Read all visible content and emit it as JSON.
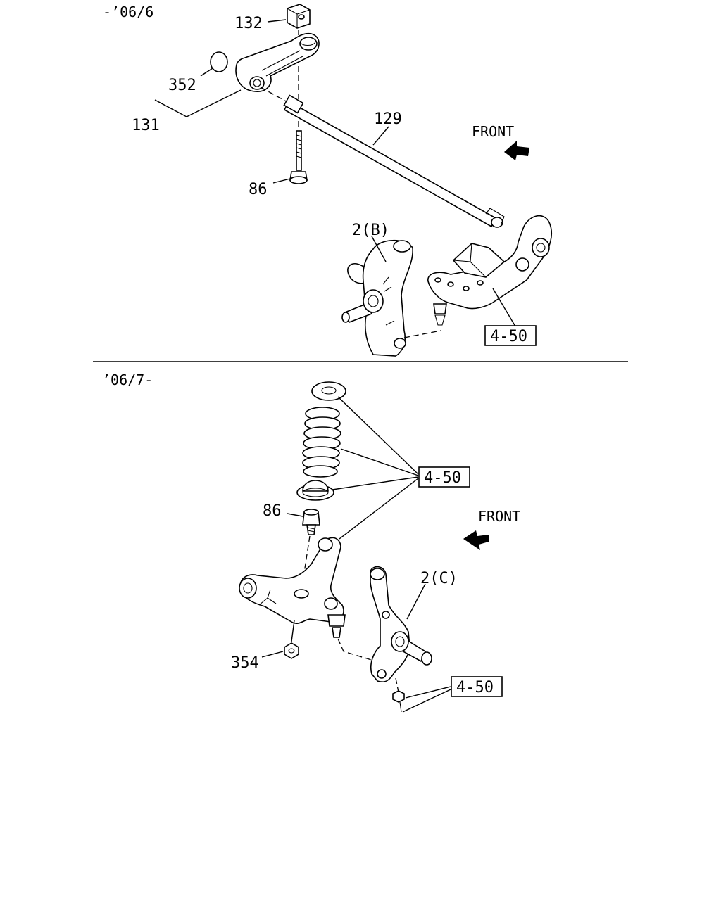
{
  "sections": {
    "top": {
      "range": "-’06/6"
    },
    "bottom": {
      "range": "’06/7-"
    }
  },
  "front_label": "FRONT",
  "top_callouts": {
    "c132": "132",
    "c352": "352",
    "c131": "131",
    "c129": "129",
    "c86": "86",
    "c2b": "2(B)",
    "ref450": "4-50"
  },
  "bottom_callouts": {
    "ref450_spring": "4-50",
    "c86": "86",
    "c2c": "2(C)",
    "c354": "354",
    "ref450_nut": "4-50"
  }
}
